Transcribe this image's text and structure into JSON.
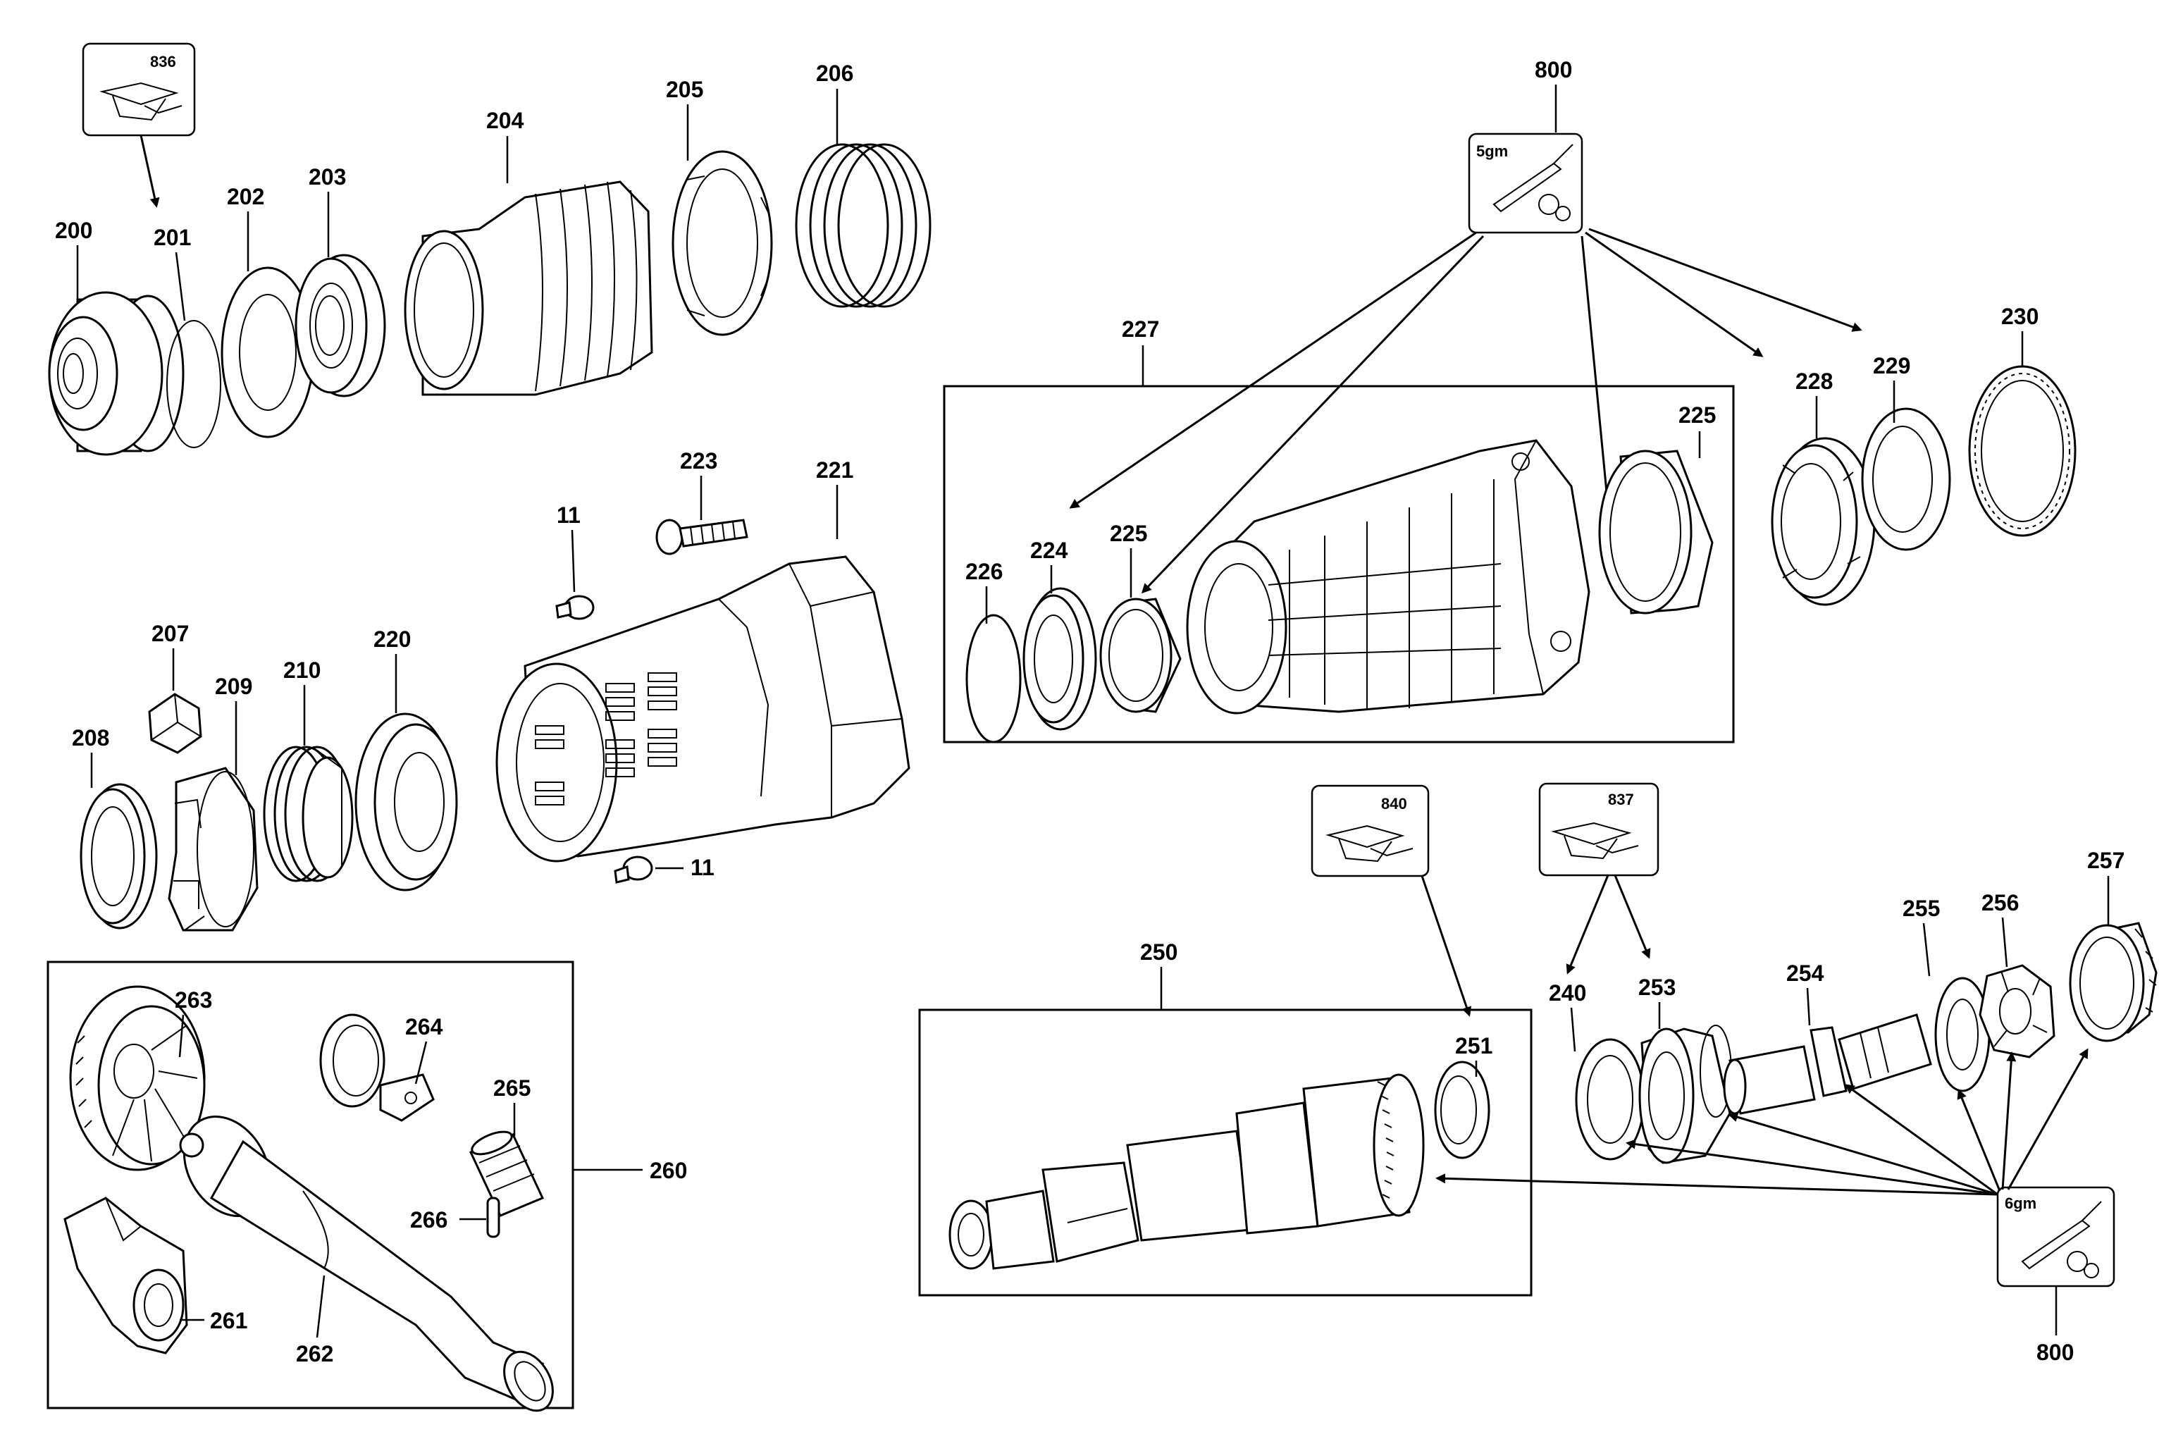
{
  "labels": {
    "l200": "200",
    "l201": "201",
    "l202": "202",
    "l203": "203",
    "l204": "204",
    "l205": "205",
    "l206": "206",
    "l207": "207",
    "l208": "208",
    "l209": "209",
    "l210": "210",
    "l220": "220",
    "l221": "221",
    "l223": "223",
    "l11a": "11",
    "l11b": "11",
    "l224": "224",
    "l225a": "225",
    "l225b": "225",
    "l226": "226",
    "l227": "227",
    "l228": "228",
    "l229": "229",
    "l230": "230",
    "l240": "240",
    "l250": "250",
    "l251": "251",
    "l253": "253",
    "l254": "254",
    "l255": "255",
    "l256": "256",
    "l257": "257",
    "l260": "260",
    "l261": "261",
    "l262": "262",
    "l263": "263",
    "l264": "264",
    "l265": "265",
    "l266": "266",
    "l800a": "800",
    "l800b": "800"
  },
  "kits": {
    "k836": "836",
    "k840": "840",
    "k837": "837",
    "grease_top": "5gm",
    "grease_bottom": "6gm"
  },
  "icons": {
    "arrow": "arrow-icon",
    "grease": "grease-gun-icon",
    "kit": "service-kit-icon"
  },
  "colors": {
    "ink": "#000000",
    "paper": "#ffffff"
  }
}
